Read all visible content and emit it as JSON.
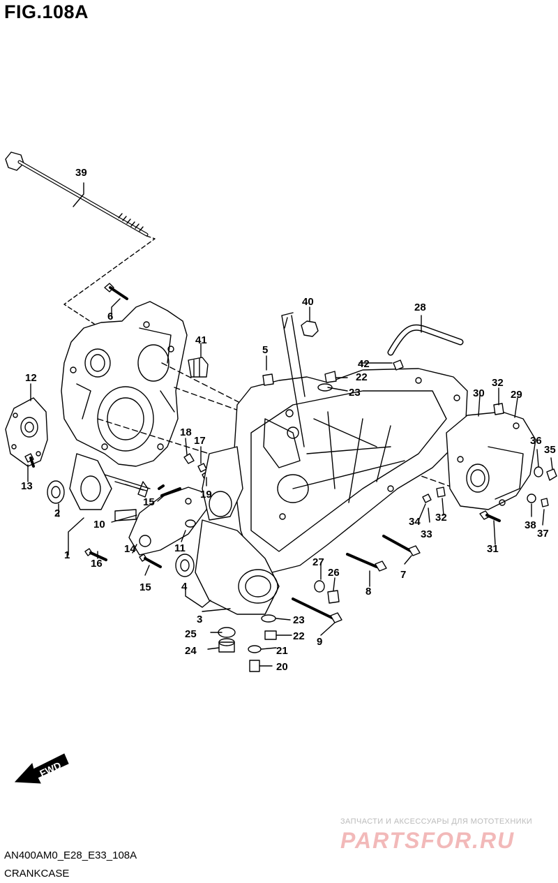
{
  "figure": {
    "title": "FIG.108A",
    "model_code": "AN400AM0_E28_E33_108A",
    "caption": "CRANKCASE"
  },
  "watermark": {
    "subtitle": "ЗАПЧАСТИ И АКСЕССУАРЫ ДЛЯ МОТОТЕХНИКИ",
    "brand": "PARTSFOR.RU"
  },
  "direction_marker": {
    "label": "FWD"
  },
  "callouts": [
    "1",
    "2",
    "3",
    "4",
    "5",
    "6",
    "7",
    "8",
    "9",
    "10",
    "11",
    "12",
    "13",
    "14",
    "15",
    "15",
    "16",
    "17",
    "18",
    "19",
    "20",
    "21",
    "22",
    "22",
    "23",
    "23",
    "24",
    "25",
    "26",
    "27",
    "28",
    "29",
    "30",
    "31",
    "32",
    "32",
    "33",
    "34",
    "35",
    "36",
    "37",
    "38",
    "39",
    "40",
    "41",
    "42"
  ],
  "colors": {
    "line": "#000000",
    "watermark_brand": "#f2b9b9",
    "watermark_text": "#bbbbbb"
  }
}
